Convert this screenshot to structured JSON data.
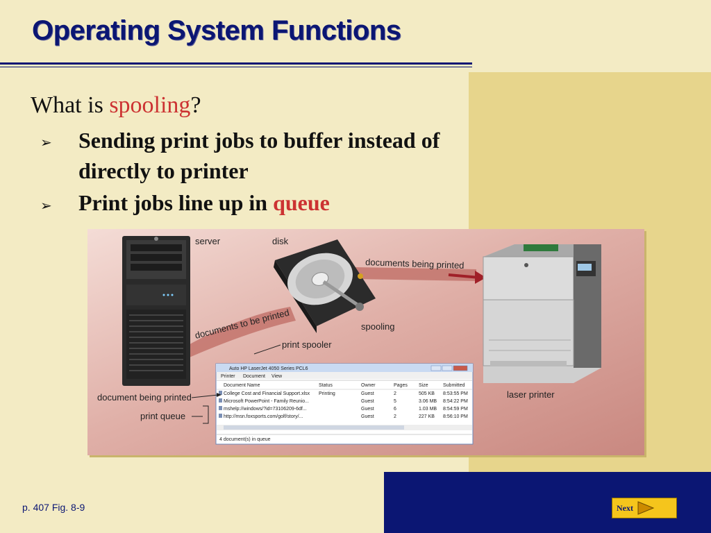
{
  "slide": {
    "title": "Operating System Functions",
    "question_prefix": "What is ",
    "question_term": "spooling",
    "question_suffix": "?",
    "bullets": [
      {
        "line1": "Sending print jobs to buffer instead of",
        "line2": "directly to printer"
      },
      {
        "prefix": "Print jobs line up in ",
        "term": "queue"
      }
    ],
    "bullet_marker": "➢",
    "caption": "p. 407 Fig. 8-9",
    "next_label": "Next"
  },
  "figure": {
    "labels": {
      "server": "server",
      "disk": "disk",
      "documents_being_printed": "documents being printed",
      "documents_to_be_printed": "documents to be printed",
      "spooling": "spooling",
      "print_spooler": "print spooler",
      "document_being_printed": "document being printed",
      "print_queue": "print queue",
      "laser_printer": "laser printer"
    },
    "window": {
      "title": "Auto HP LaserJet 4050 Series PCL6",
      "menu": [
        "Printer",
        "Document",
        "View"
      ],
      "columns": [
        "Document Name",
        "Status",
        "Owner",
        "Pages",
        "Size",
        "Submitted"
      ],
      "rows": [
        [
          "College Cost and Financial Support.xlsx",
          "Printing",
          "Guest",
          "2",
          "505 KB",
          "8:53:55 PM"
        ],
        [
          "Microsoft PowerPoint - Family Reunio...",
          "",
          "Guest",
          "5",
          "3.06 MB",
          "8:54:22 PM"
        ],
        [
          "mshelp://windows/?id=73106209-6df...",
          "",
          "Guest",
          "6",
          "1.03 MB",
          "8:54:59 PM"
        ],
        [
          "http://msn.foxsports.com/golf/story/...",
          "",
          "Guest",
          "2",
          "227 KB",
          "8:56:10 PM"
        ]
      ],
      "status": "4 document(s) in queue"
    }
  },
  "colors": {
    "navy": "#0b1673",
    "accent_red": "#cc3232",
    "background": "#f3ebc4",
    "panel_gold": "#e7d58c",
    "button_yellow": "#f5c51c"
  }
}
